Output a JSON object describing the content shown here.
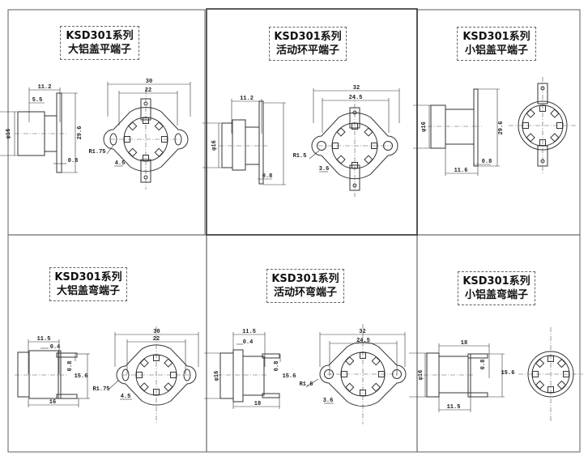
{
  "panels": [
    {
      "series": "KSD301系列",
      "name": "大铝盖平端子",
      "dims": {
        "a": "11.2",
        "b": "5.5",
        "d": "φ16",
        "h": "29.6",
        "t": "0.8",
        "w": "30",
        "s": "22",
        "r": "R1.75",
        "e": "4.5"
      }
    },
    {
      "series": "KSD301系列",
      "name": "活动环平端子",
      "dims": {
        "a": "11.2",
        "d": "φ16",
        "t": "0.8",
        "w": "32",
        "s": "24.5",
        "r": "R1.5",
        "e": "3.6"
      }
    },
    {
      "series": "KSD301系列",
      "name": "小铝盖平端子",
      "dims": {
        "d": "φ16",
        "h": "29.6",
        "t": "0.8",
        "l": "11.6"
      }
    },
    {
      "series": "KSD301系列",
      "name": "大铝盖弯端子",
      "dims": {
        "a": "11.5",
        "g": "0.4",
        "t": "0.8",
        "h": "15.6",
        "l": "16",
        "w": "30",
        "s": "22",
        "r": "R1.75",
        "e": "4.5"
      }
    },
    {
      "series": "KSD301系列",
      "name": "活动环弯端子",
      "dims": {
        "a": "11.5",
        "g": "0.4",
        "t": "0.8",
        "h": "15.6",
        "d": "φ16",
        "l": "18",
        "w": "32",
        "s": "24.5",
        "r": "R1.6",
        "e": "3.6"
      }
    },
    {
      "series": "KSD301系列",
      "name": "小铝盖弯端子",
      "dims": {
        "l": "18",
        "t": "0.8",
        "h": "15.6",
        "d": "φ16",
        "a": "11.5"
      }
    }
  ]
}
